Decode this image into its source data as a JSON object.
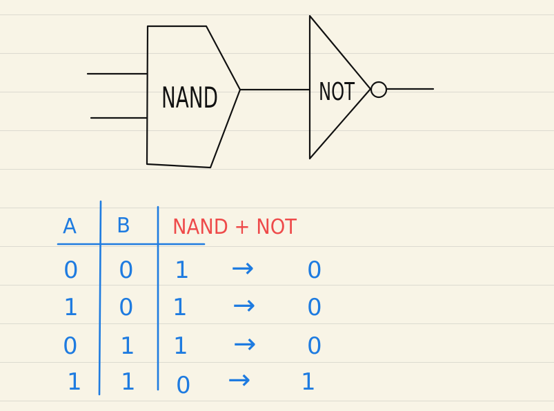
{
  "gates": {
    "nand_label": "NAND",
    "not_label": "NOT"
  },
  "truth_table": {
    "headers": [
      "A",
      "B",
      "NAND + NOT"
    ],
    "rows": [
      {
        "a": "0",
        "b": "0",
        "nand": "1",
        "result": "0"
      },
      {
        "a": "1",
        "b": "0",
        "nand": "1",
        "result": "0"
      },
      {
        "a": "0",
        "b": "1",
        "nand": "1",
        "result": "0"
      },
      {
        "a": "1",
        "b": "1",
        "nand": "0",
        "result": "1"
      }
    ],
    "arrow": "→"
  },
  "colors": {
    "paper": "#f8f4e6",
    "rule": "#dcdad0",
    "ink": "#111111",
    "blue": "#1e7be0",
    "red": "#ee4a4a"
  }
}
